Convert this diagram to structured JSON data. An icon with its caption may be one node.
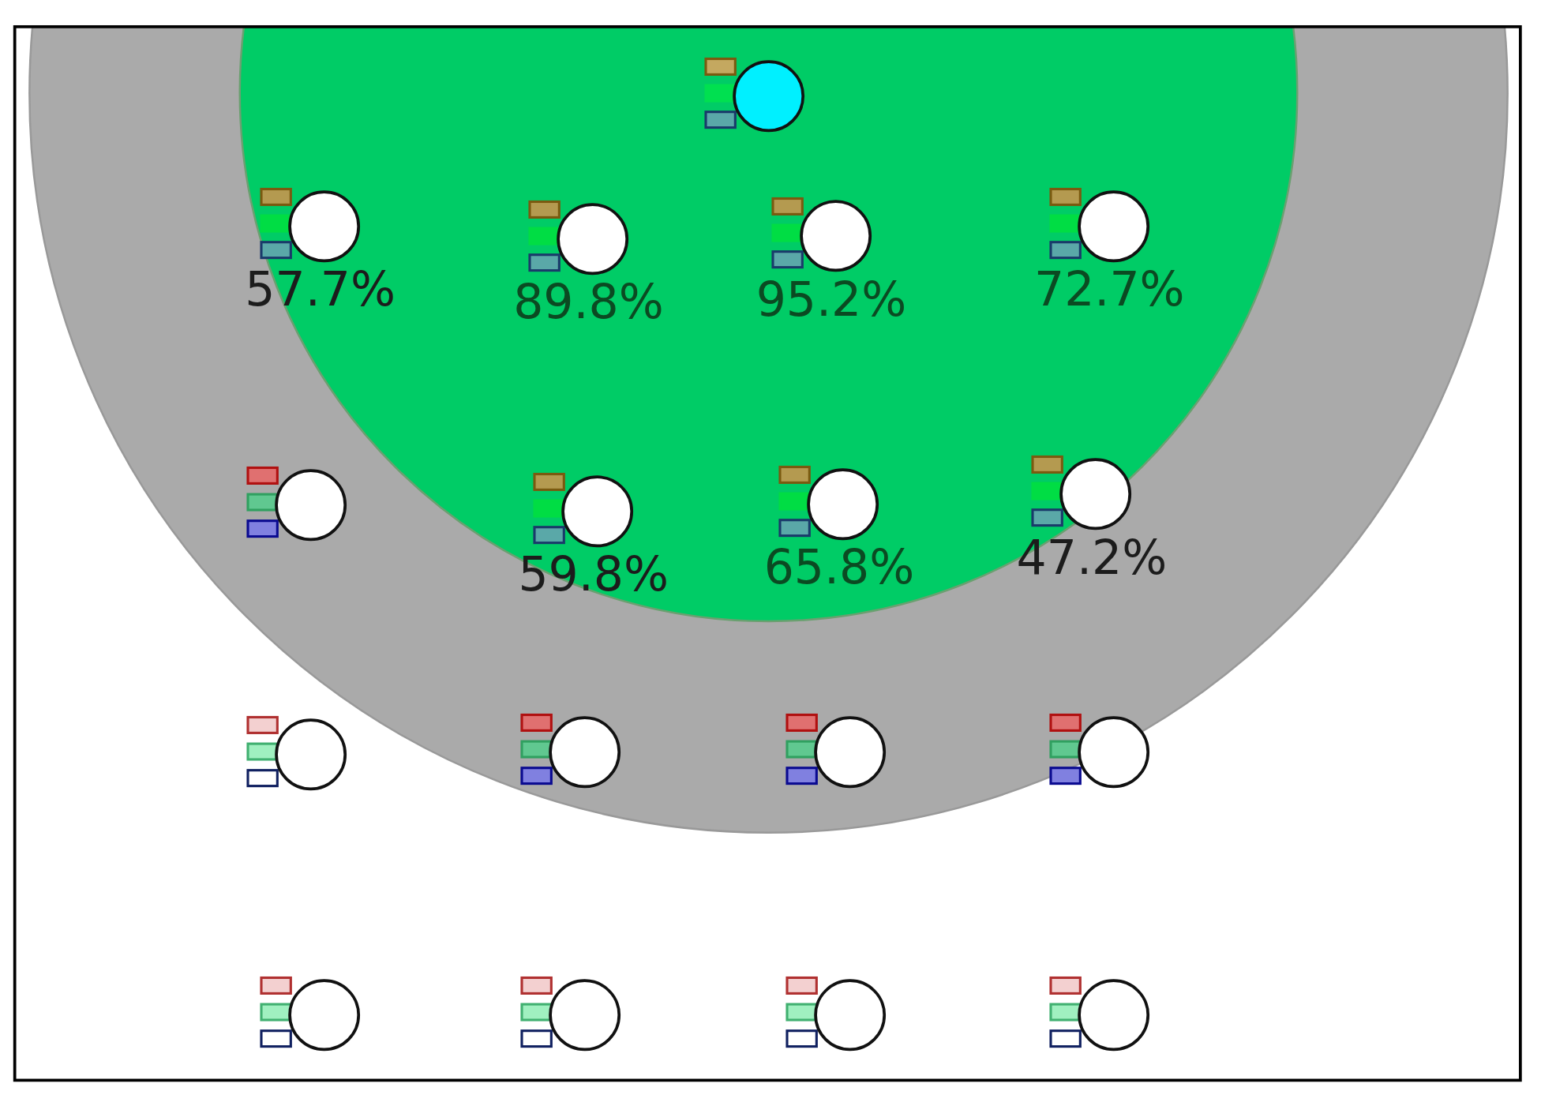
{
  "diagram": {
    "nodes": [
      {
        "text": [],
        "shape": "circle"
      },
      {
        "text": [],
        "shape": "circle",
        "beside": [
          "57.7%"
        ]
      },
      {
        "text": [],
        "shape": "circle",
        "beside": [
          "89.8%"
        ]
      },
      {
        "text": [],
        "shape": "circle",
        "beside": [
          "95.2%"
        ]
      },
      {
        "text": [],
        "shape": "circle",
        "beside": [
          "72.7%"
        ]
      },
      {
        "text": [],
        "shape": "circle"
      },
      {
        "text": [],
        "shape": "circle",
        "beside": [
          "59.8%"
        ]
      },
      {
        "text": [],
        "shape": "circle",
        "beside": [
          "65.8%"
        ]
      },
      {
        "text": [],
        "shape": "circle",
        "beside": [
          "47.2%"
        ]
      },
      {
        "text": [],
        "shape": "circle"
      },
      {
        "text": [],
        "shape": "circle"
      },
      {
        "text": [],
        "shape": "circle"
      },
      {
        "text": [],
        "shape": "circle"
      },
      {
        "text": [],
        "shape": "circle"
      },
      {
        "text": [],
        "shape": "circle"
      },
      {
        "text": [],
        "shape": "circle"
      },
      {
        "text": [],
        "shape": "circle"
      }
    ]
  }
}
